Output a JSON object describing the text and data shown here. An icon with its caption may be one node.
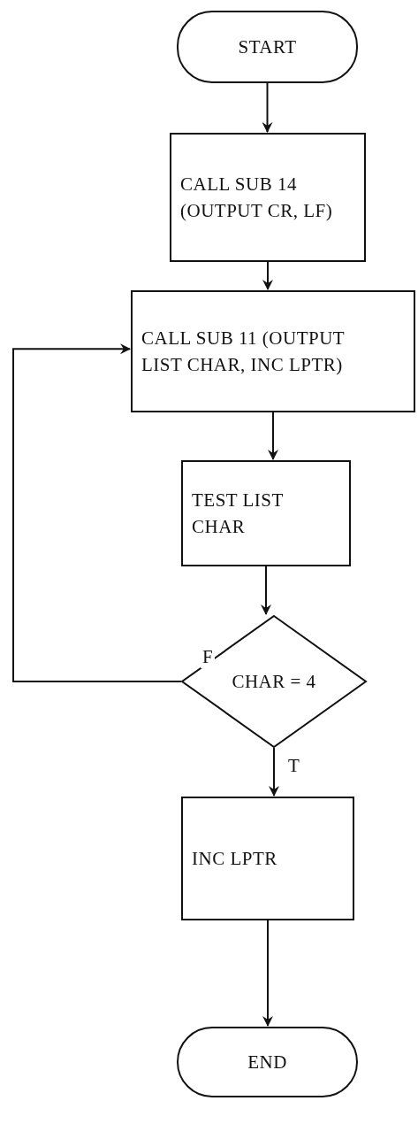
{
  "diagram": {
    "nodes": [
      {
        "text": [
          "START"
        ]
      },
      {
        "text": [
          "CALL SUB 14 (OUTPUT CR, LF)"
        ]
      },
      {
        "text": [
          "CALL SUB 11 (OUTPUT LIST CHAR, INC LPTR)"
        ]
      },
      {
        "text": [
          "TEST LIST CHAR"
        ]
      },
      {
        "text": [
          "CHAR = 4"
        ]
      },
      {
        "text": [
          "INC LPTR"
        ]
      },
      {
        "text": [
          "END"
        ]
      }
    ],
    "edges": [
      {
        "from": 0,
        "to": 1,
        "arrow": "to"
      },
      {
        "from": 1,
        "to": 2,
        "arrow": "to"
      },
      {
        "from": 2,
        "to": 3,
        "arrow": "to"
      },
      {
        "from": 3,
        "to": 4,
        "arrow": "to"
      },
      {
        "from": 4,
        "to": 2,
        "arrow": "to",
        "label": "F"
      },
      {
        "from": 4,
        "to": 5,
        "arrow": "to",
        "label": "T"
      },
      {
        "from": 5,
        "to": 6,
        "arrow": "to"
      }
    ]
  }
}
